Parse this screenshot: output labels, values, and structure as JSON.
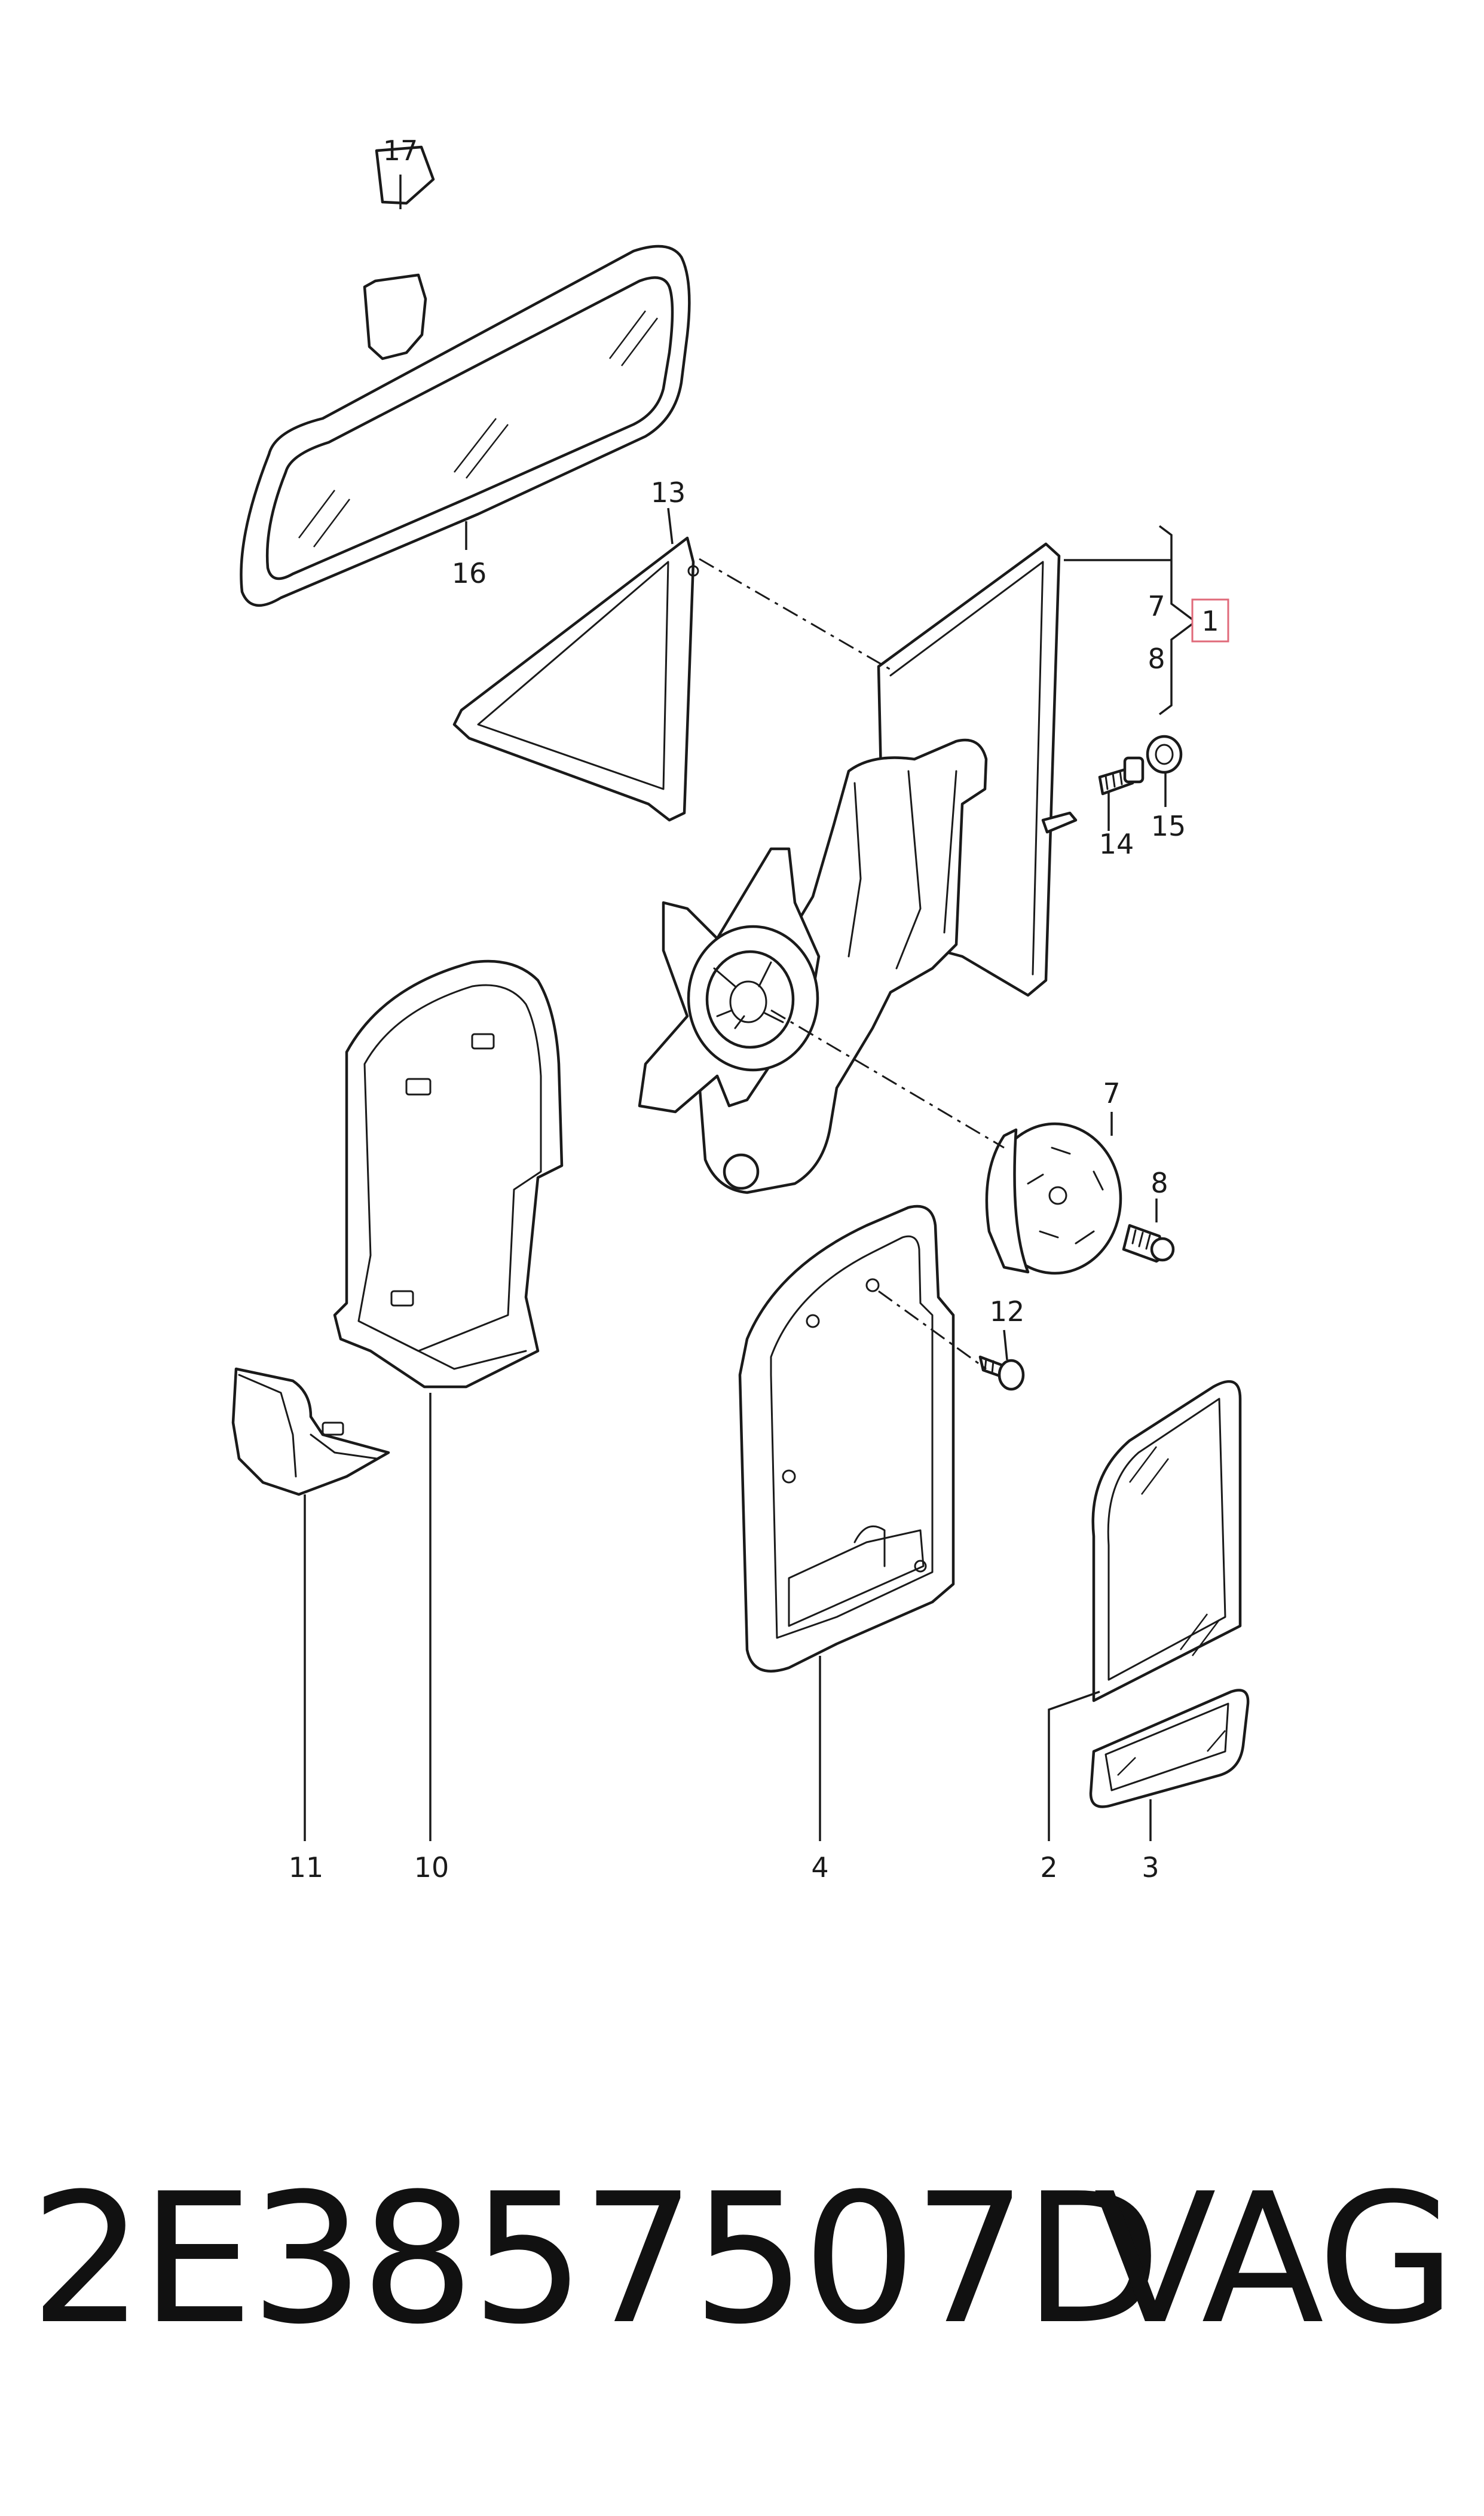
{
  "diagram": {
    "callouts": {
      "c1": "1",
      "c2": "2",
      "c3": "3",
      "c4": "4",
      "c7a": "7",
      "c8a": "8",
      "c7b": "7",
      "c8b": "8",
      "c10": "10",
      "c11": "11",
      "c12": "12",
      "c13": "13",
      "c14": "14",
      "c15": "15",
      "c16": "16",
      "c17": "17"
    },
    "colors": {
      "line": "#1a1a1a",
      "highlight_box": "#e06a7a",
      "background": "#ffffff"
    }
  },
  "footer": {
    "part_number": "2E3857507D",
    "brand": "VAG"
  }
}
